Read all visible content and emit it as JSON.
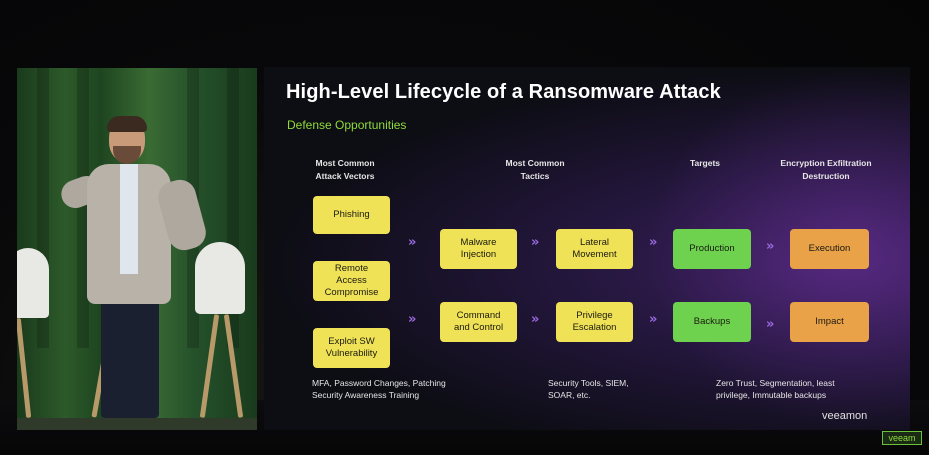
{
  "slide": {
    "title": "High-Level Lifecycle of a Ransomware Attack",
    "subtitle": "Defense Opportunities",
    "columns": {
      "vectors": "Most Common\nAttack Vectors",
      "tactics": "Most Common\nTactics",
      "targets": "Targets",
      "outcomes": "Encryption Exfiltration\nDestruction"
    },
    "vectors": [
      "Phishing",
      "Remote\nAccess\nCompromise",
      "Exploit SW\nVulnerability"
    ],
    "tactics": [
      "Malware\nInjection",
      "Lateral\nMovement",
      "Command\nand Control",
      "Privilege\nEscalation"
    ],
    "targets": [
      "Production",
      "Backups"
    ],
    "outcomes": [
      "Execution",
      "Impact"
    ],
    "arrow_glyph": "»",
    "notes": {
      "vectors": "MFA, Password Changes, Patching\nSecurity Awareness Training",
      "tactics": "Security Tools, SIEM,\nSOAR, etc.",
      "targets": "Zero Trust, Segmentation, least\nprivilege, Immutable backups"
    },
    "logo": "veeamon"
  },
  "broadcast_badge": "veeam",
  "colors": {
    "accent_green": "#8fdc3a",
    "box_yellow": "#f0e256",
    "box_green": "#6ed24e",
    "box_orange": "#e9a248",
    "arrow_purple": "#9a6ae0"
  }
}
